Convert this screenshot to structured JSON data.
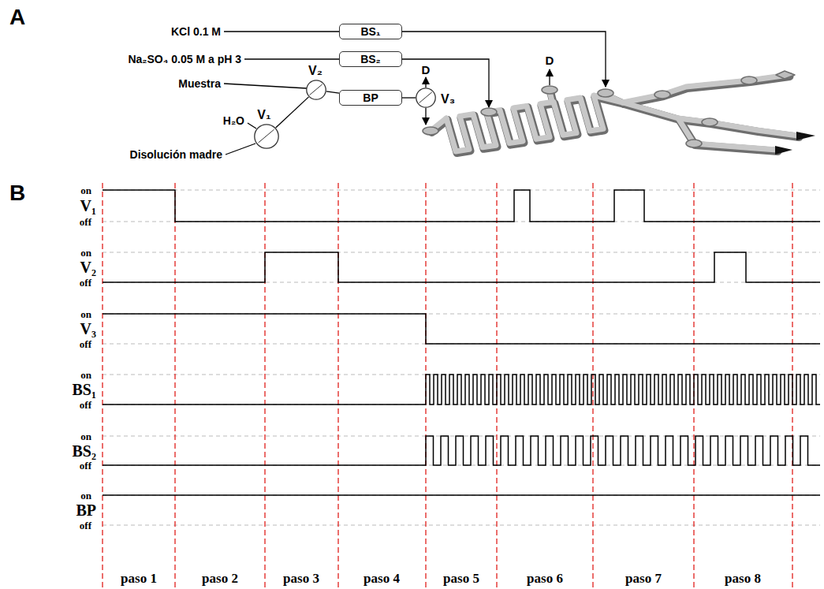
{
  "diagram": {
    "nodes": [
      {
        "text": [
          "BS₁"
        ]
      },
      {
        "text": [
          "BS₂"
        ]
      },
      {
        "text": [
          "V₂"
        ]
      },
      {
        "text": [
          "BP"
        ]
      },
      {
        "text": [
          "V₃"
        ]
      },
      {
        "text": [
          "V₁"
        ]
      }
    ],
    "edges": [
      {
        "from": 5,
        "to": 2,
        "arrow": "none"
      },
      {
        "from": 2,
        "to": 3,
        "arrow": "none"
      },
      {
        "from": 3,
        "to": 4,
        "arrow": "none"
      }
    ],
    "labels": [
      "A",
      "KCl 0.1 M",
      "Na₂SO₄ 0.05 M a pH 3",
      "Muestra",
      "H₂O",
      "Disolución madre",
      "D",
      "D",
      "B",
      "V₁",
      "on",
      "off",
      "V₂",
      "on",
      "off",
      "V₃",
      "on",
      "off",
      "BS₁",
      "on",
      "off",
      "BS₂",
      "on",
      "off",
      "BP",
      "on",
      "off",
      "paso 1",
      "paso 2",
      "paso 3",
      "paso 4",
      "paso 5",
      "paso 6",
      "paso 7",
      "paso 8"
    ]
  }
}
